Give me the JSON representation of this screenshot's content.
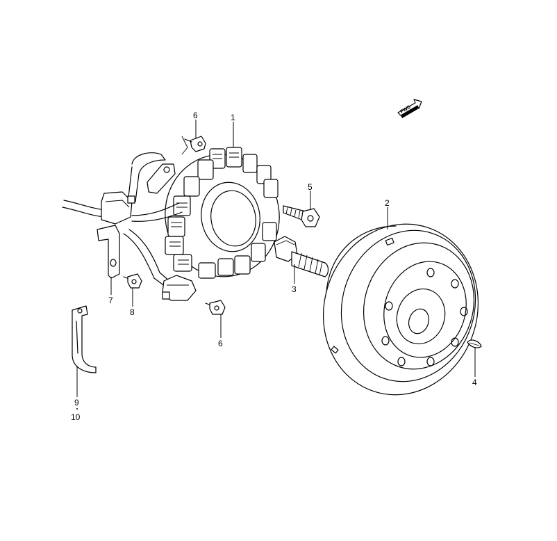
{
  "callouts": {
    "c1": "1",
    "c2": "2",
    "c3": "3",
    "c4": "4",
    "c5": "5",
    "c6a": "6",
    "c6b": "6",
    "c7": "7",
    "c8": "8",
    "c9": "9",
    "c10": "10"
  },
  "direction_badge": "FWD"
}
